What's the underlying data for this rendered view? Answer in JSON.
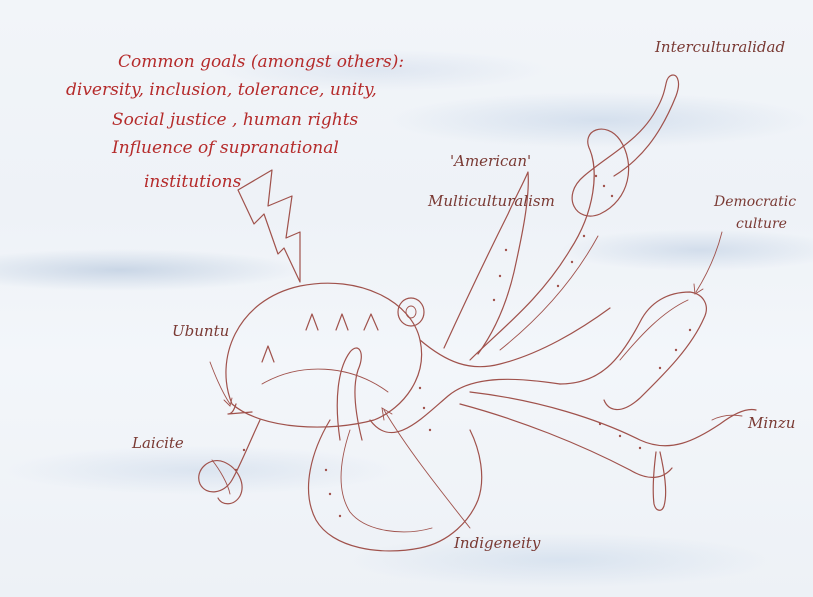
{
  "goals": {
    "line1": "Common goals (amongst others):",
    "line2": "diversity, inclusion, tolerance, unity,",
    "line3": "Social justice , human rights",
    "line4": "Influence of supranational",
    "line5": "institutions"
  },
  "labels": {
    "interculturalidad": "Interculturalidad",
    "american": "'American'",
    "multiculturalism": "Multiculturalism",
    "democratic": "Democratic",
    "culture": "culture",
    "ubuntu": "Ubuntu",
    "laicite": "Laicite",
    "minzu": "Minzu",
    "indigeneity": "Indigeneity"
  },
  "colors": {
    "heading_red": "#b52b2b",
    "ink_brown": "#a0524c",
    "label_brown": "#7a3a34"
  }
}
